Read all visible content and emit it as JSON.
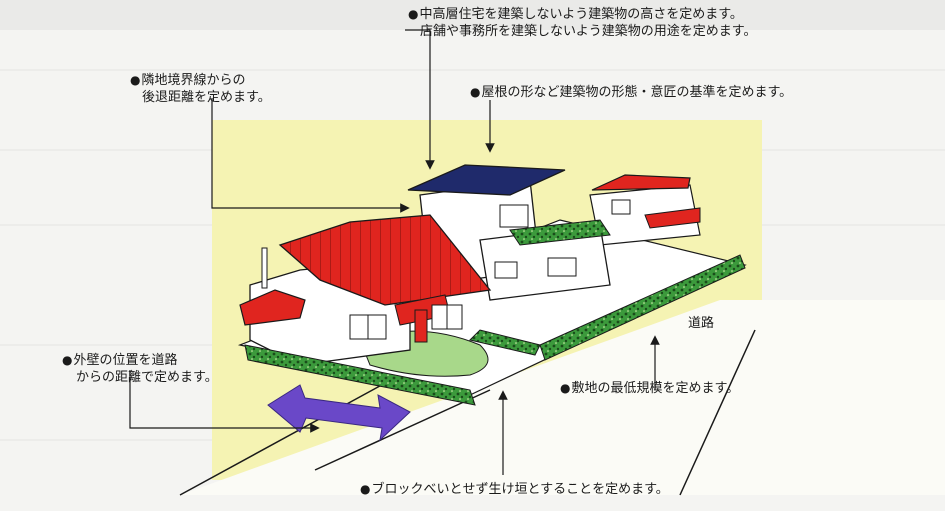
{
  "callouts": {
    "height_use": {
      "line1": "中高層住宅を建築しないよう建築物の高さを定めます。",
      "line2": "店舗や事務所を建築しないよう建築物の用途を定めます。"
    },
    "setback": {
      "line1": "隣地境界線からの",
      "line2": "後退距離を定めます。"
    },
    "design": {
      "line1": "屋根の形など建築物の形態・意匠の基準を定めます。"
    },
    "wall_position": {
      "line1": "外壁の位置を道路",
      "line2": "からの距離で定めます。"
    },
    "min_lot": {
      "line1": "敷地の最低規模を定めます。"
    },
    "hedge": {
      "line1": "ブロックべいとせず生け垣とすることを定めます。"
    }
  },
  "road_label": "道路",
  "bullet": "●",
  "colors": {
    "yellow_zone": "#f5f3b3",
    "roof_red": "#e0251f",
    "roof_navy": "#1f2a6b",
    "hedge_green": "#3c9a3c",
    "arrow_purple": "#6a48c8",
    "wall_white": "#ffffff",
    "outline": "#1a1a1a"
  }
}
